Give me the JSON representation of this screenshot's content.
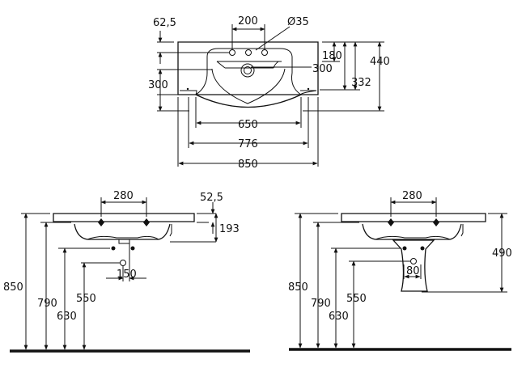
{
  "top_view": {
    "width_total": "850",
    "width_inner": "776",
    "width_bowl": "650",
    "tap_spacing": "200",
    "tap_hole": "Ø35",
    "edge_to_tap": "62,5",
    "left_depth": "300",
    "depth_180": "180",
    "depth_300": "300",
    "depth_332": "332",
    "depth_440": "440"
  },
  "front_view_left": {
    "fixing_spacing": "280",
    "rim_offset": "52,5",
    "drop_193": "193",
    "drain_offset": "150",
    "height_850": "850",
    "height_790": "790",
    "height_630": "630",
    "height_550": "550"
  },
  "front_view_right": {
    "fixing_spacing": "280",
    "drain_offset": "80",
    "pedestal_height": "490",
    "height_850": "850",
    "height_790": "790",
    "height_630": "630",
    "height_550": "550"
  }
}
